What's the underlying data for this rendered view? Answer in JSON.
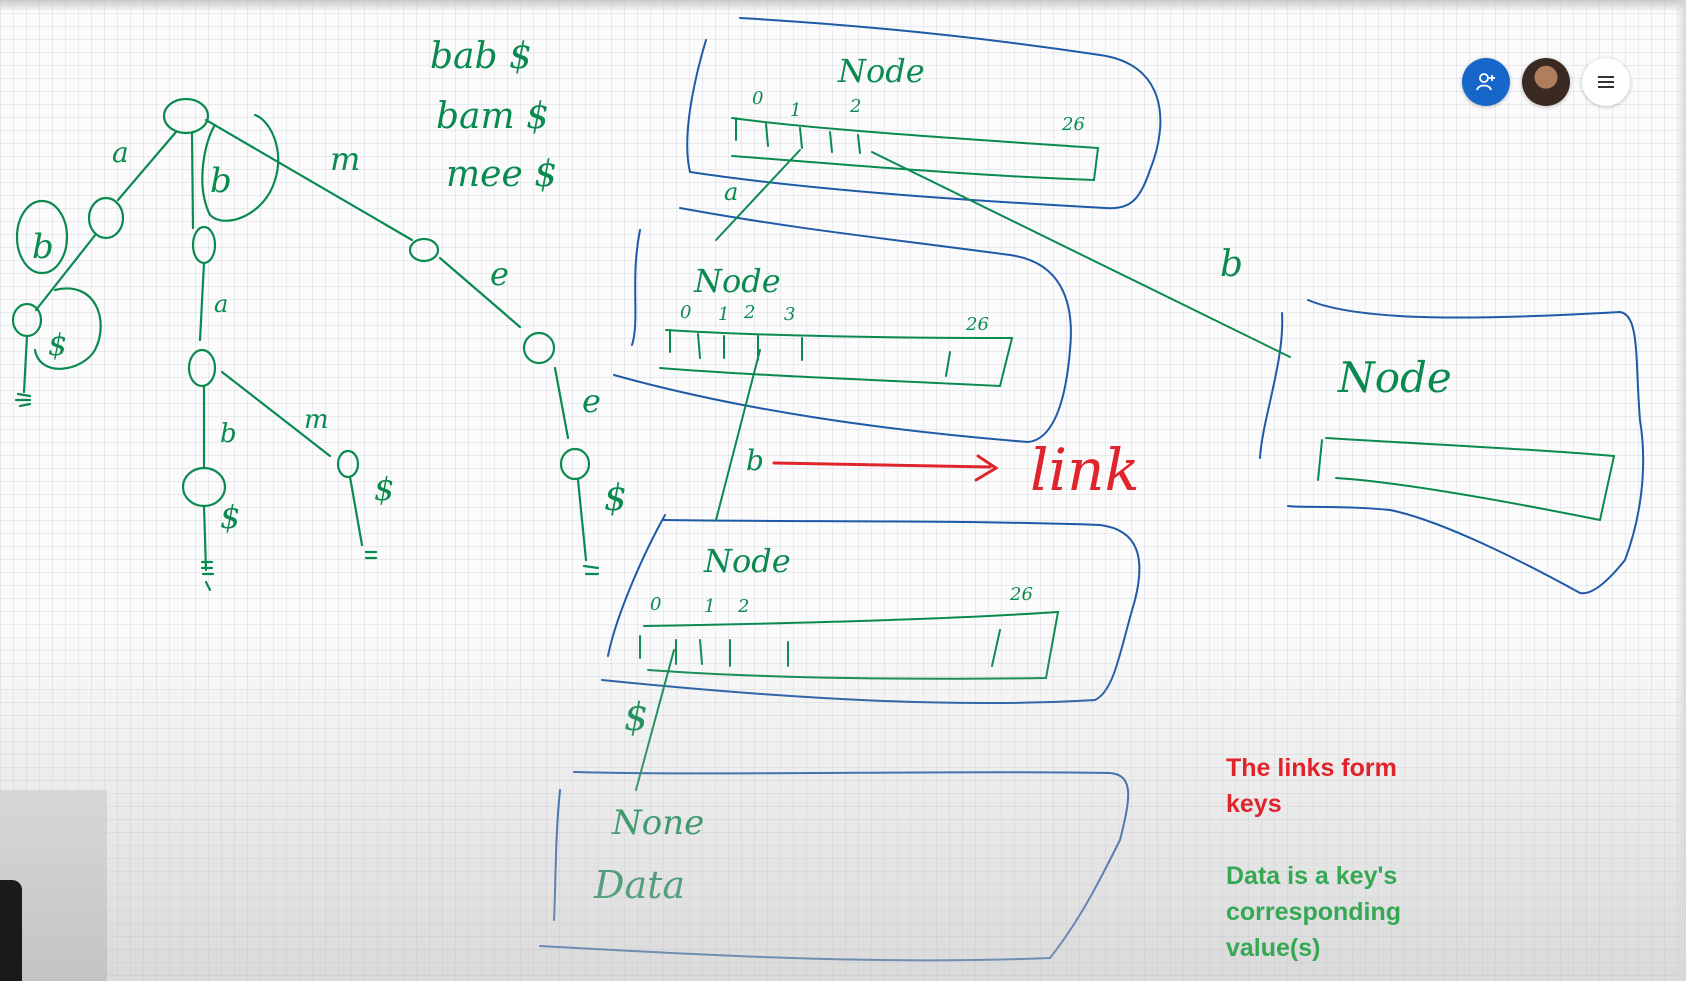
{
  "toolbar": {
    "share_icon": "person-add-icon",
    "avatar_icon": "user-avatar",
    "menu_icon": "hamburger-menu-icon"
  },
  "words": {
    "top_list": [
      "bab $",
      "bam $",
      "mee $"
    ],
    "node": "Node",
    "none": "None",
    "data": "Data",
    "link": "link",
    "dollar": "$"
  },
  "edges": {
    "a": "a",
    "b": "b",
    "m": "m",
    "e": "e"
  },
  "indices": {
    "zero": "0",
    "one": "1",
    "two": "2",
    "three": "3",
    "last": "26"
  },
  "notes": {
    "links_form_keys": [
      "The links form",
      "keys"
    ],
    "data_desc": [
      "Data is a key's",
      "corresponding",
      "value(s)"
    ]
  },
  "colors": {
    "ink_green": "#0b8a50",
    "ink_blue": "#1f5aa6",
    "ink_red": "#e0242c",
    "note_green": "#34a853"
  }
}
